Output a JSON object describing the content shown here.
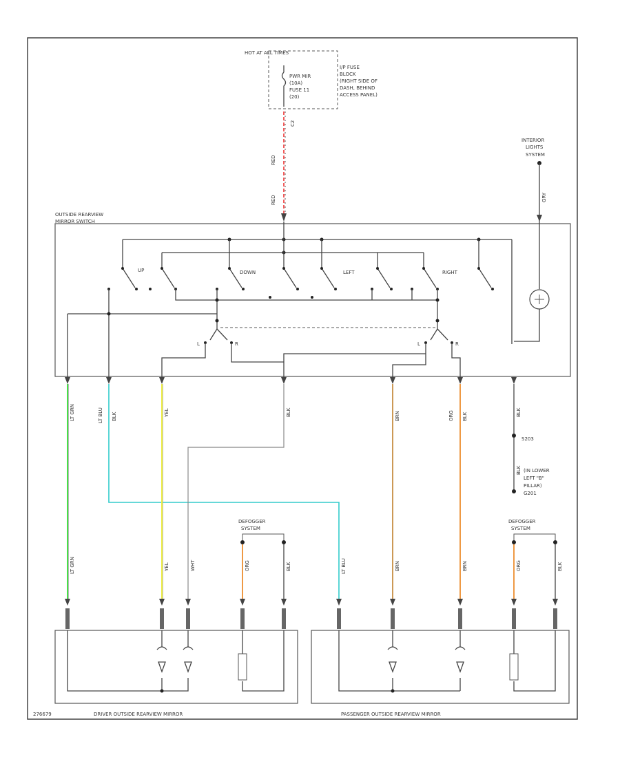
{
  "power": {
    "hot_label": "HOT AT ALL TIMES",
    "fuse_name": "PWR MIR",
    "fuse_rating": "(10A)",
    "fuse_number": "FUSE 11",
    "fuse_sub": "(20)",
    "fuse_block_1": "I/P FUSE",
    "fuse_block_2": "BLOCK",
    "fuse_block_3": "(RIGHT SIDE OF",
    "fuse_block_4": "DASH, BEHIND",
    "fuse_block_5": "ACCESS PANEL)",
    "pin_top": "C2",
    "wire_upper": "RED",
    "wire_lower": "RED"
  },
  "interior": {
    "label_1": "INTERIOR",
    "label_2": "LIGHTS",
    "label_3": "SYSTEM",
    "wire": "GRY"
  },
  "switch_box": {
    "title_1": "OUTSIDE REARVIEW",
    "title_2": "MIRROR SWITCH",
    "up": "UP",
    "down": "DOWN",
    "left": "LEFT",
    "right": "RIGHT",
    "l1": "L",
    "r1": "R",
    "l2": "L",
    "r2": "R"
  },
  "wires": {
    "w1": "LT GRN",
    "w2": "LT BLU",
    "w2b": "BLK",
    "w3": "YEL",
    "w4": "BLK",
    "w5": "BRN",
    "w6": "ORG",
    "w6b": "BLK",
    "w7": "BLK",
    "w1_low": "LT GRN",
    "w3_low": "YEL",
    "w4_low": "WHT",
    "w8_low": "LT BLU",
    "w5_low": "BRN",
    "w6_low": "BRN",
    "def_a": "ORG",
    "def_b": "BLK",
    "def_c": "ORG",
    "def_d": "BLK"
  },
  "ground": {
    "splice": "S203",
    "wire": "BLK",
    "loc_1": "(IN LOWER",
    "loc_2": "LEFT \"B\"",
    "loc_3": "PILLAR)",
    "loc_4": "G201"
  },
  "defogger_left": {
    "line_1": "DEFOGGER",
    "line_2": "SYSTEM"
  },
  "defogger_right": {
    "line_1": "DEFOGGER",
    "line_2": "SYSTEM"
  },
  "footer": {
    "code": "276679",
    "driver": "DRIVER OUTSIDE REARVIEW MIRROR",
    "passenger": "PASSENGER OUTSIDE REARVIEW MIRROR"
  },
  "colors": {
    "red": "#ee3333",
    "green": "#33dd33",
    "cyan": "#33cccc",
    "yellow": "#eeee44",
    "orange": "#ee9944",
    "brown": "#cc9955",
    "frame": "#444444"
  }
}
